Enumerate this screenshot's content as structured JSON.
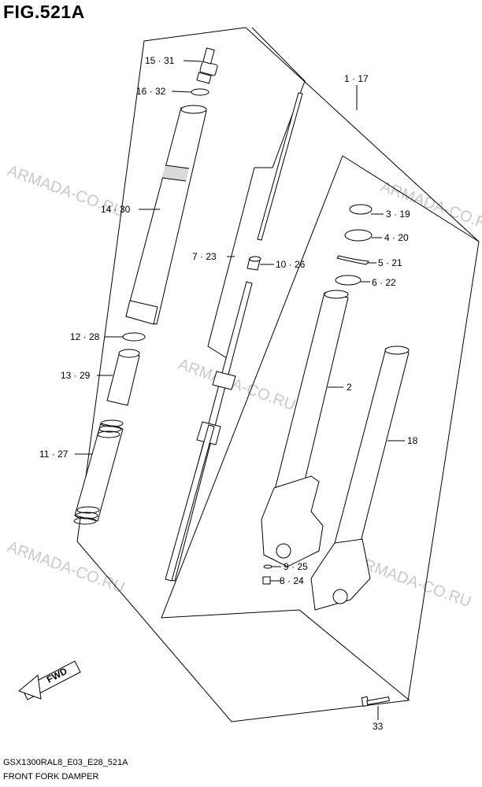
{
  "header": {
    "fig_title": "FIG.521A"
  },
  "footer": {
    "model_code": "GSX1300RAL8_E03_E28_521A",
    "diagram_name": "FRONT FORK DAMPER"
  },
  "watermark": "ARMADA-CO.RU",
  "fwd_label": "FWD",
  "labels": {
    "l_15_31": "15 · 31",
    "l_16_32": "16 · 32",
    "l_14_30": "14 · 30",
    "l_12_28": "12 · 28",
    "l_13_29": "13 · 29",
    "l_11_27": "11 · 27",
    "l_7_23": "7 · 23",
    "l_10_26": "10 · 26",
    "l_1_17": "1 · 17",
    "l_3_19": "3 · 19",
    "l_4_20": "4 · 20",
    "l_5_21": "5 · 21",
    "l_6_22": "6 · 22",
    "l_2": "2",
    "l_18": "18",
    "l_9_25": "9 · 25",
    "l_8_24": "8 · 24",
    "l_33": "33"
  }
}
